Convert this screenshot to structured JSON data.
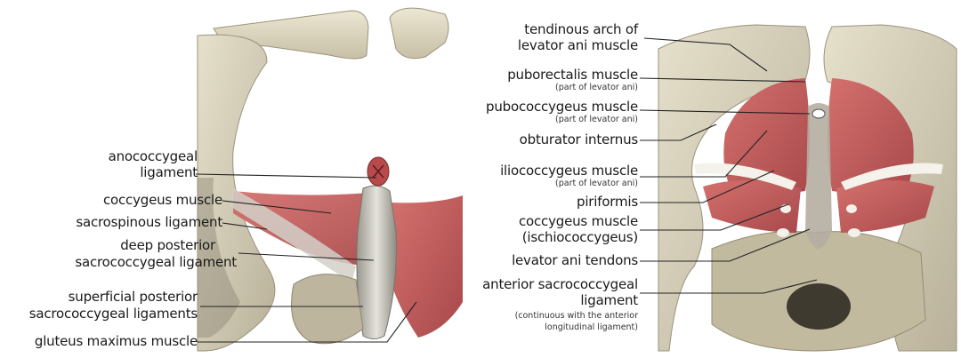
{
  "left_panel": {
    "labels": {
      "anococcygeal_l1": "anococcygeal",
      "anococcygeal_l2": "ligament",
      "coccygeus": "coccygeus muscle",
      "sacrospinous": "sacrospinous ligament",
      "deep_l1": "deep posterior",
      "deep_l2": "sacrococcygeal ligament",
      "superficial_l1": "superficial posterior",
      "superficial_l2": "sacrococcygeal ligaments",
      "gluteus": "gluteus maximus muscle"
    }
  },
  "right_panel": {
    "labels": {
      "tendinous_l1": "tendinous arch of",
      "tendinous_l2": "levator ani muscle",
      "puborectalis": "puborectalis muscle",
      "puborectalis_sub": "(part of levator ani)",
      "pubococcygeus": "pubococcygeus muscle",
      "pubococcygeus_sub": "(part of levator ani)",
      "obturator": "obturator internus",
      "iliococcygeus": "iliococcygeus muscle",
      "iliococcygeus_sub": "(part of levator ani)",
      "piriformis": "piriformis",
      "coccygeus_l1": "coccygeus muscle",
      "coccygeus_l2": "(ischiococcygeus)",
      "levator_tendons": "levator ani tendons",
      "anterior_l1": "anterior sacrococcygeal",
      "anterior_l2": "ligament",
      "anterior_sub1": "(continuous with the anterior",
      "anterior_sub2": "longitudinal ligament)"
    }
  },
  "colors": {
    "bone": "#d9d3bd",
    "bone_shadow": "#a9a18a",
    "muscle": "#c9605e",
    "muscle_dark": "#9c3f3f",
    "tendon": "#cfcfc7",
    "leader": "#222222"
  }
}
